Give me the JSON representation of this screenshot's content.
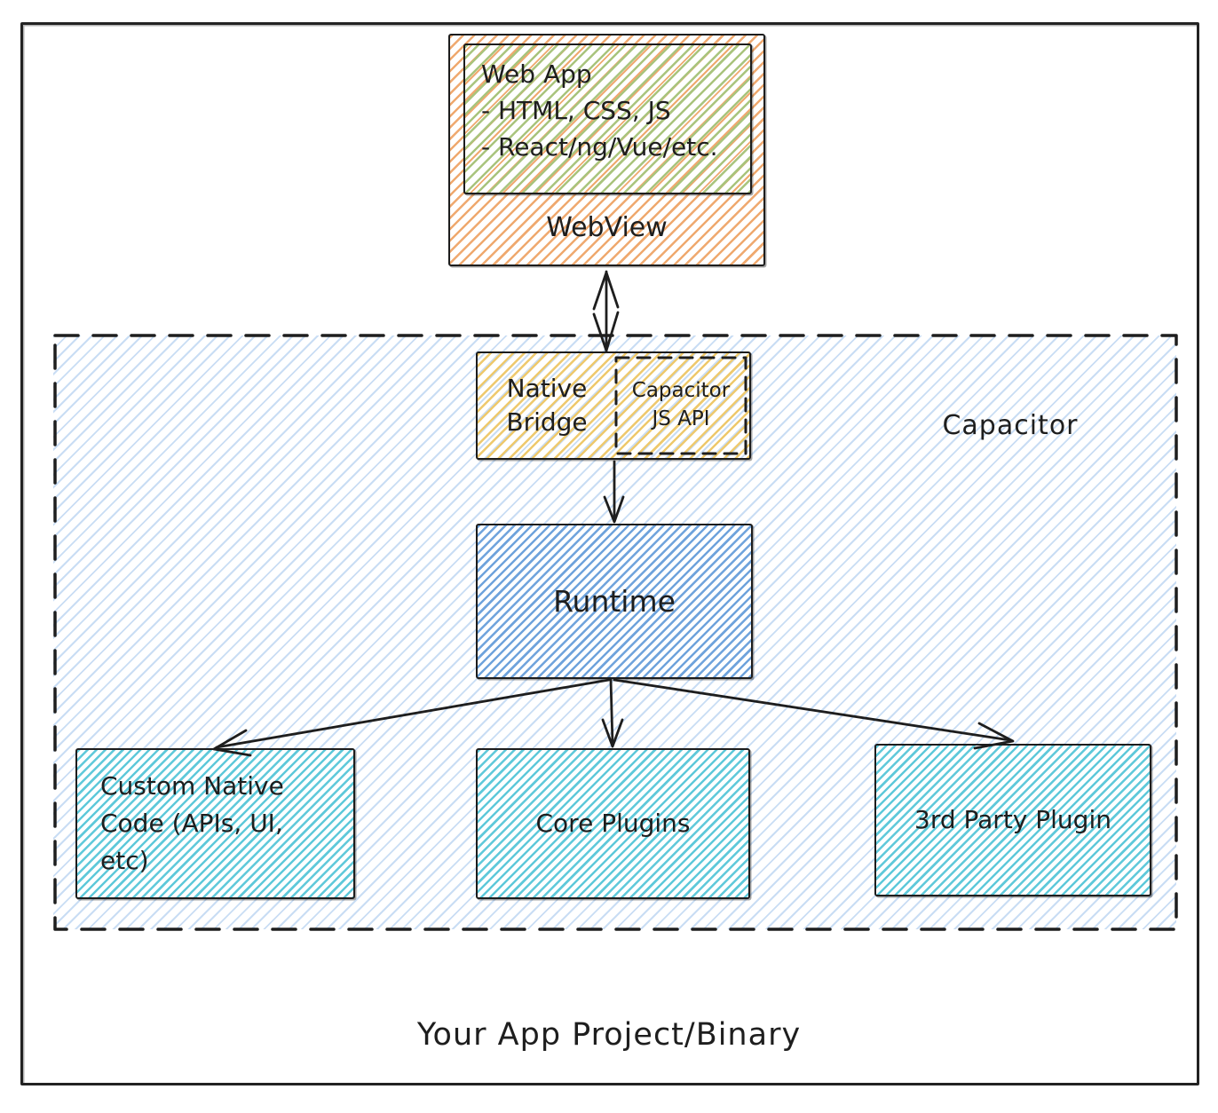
{
  "colors": {
    "stroke": "#1e1e1e",
    "webview_fill": "#efa96f",
    "webapp_fill": "#a9c47d",
    "bridge_fill": "#eec96d",
    "runtime_fill": "#6fa3dc",
    "plugin_fill": "#5fc9da",
    "capacitor_fill": "#c9ddf4"
  },
  "webview": {
    "label": "WebView",
    "webapp": {
      "title": "Web App",
      "bullets": [
        "- HTML, CSS, JS",
        "- React/ng/Vue/etc."
      ]
    }
  },
  "capacitor": {
    "label": "Capacitor",
    "native_bridge": {
      "label": "Native Bridge",
      "js_api_label": "Capacitor JS API"
    },
    "runtime": {
      "label": "Runtime"
    },
    "plugins": [
      {
        "label": "Custom Native Code (APIs, UI, etc)"
      },
      {
        "label": "Core Plugins"
      },
      {
        "label": "3rd Party Plugin"
      }
    ]
  },
  "footer": {
    "label": "Your App Project/Binary"
  }
}
